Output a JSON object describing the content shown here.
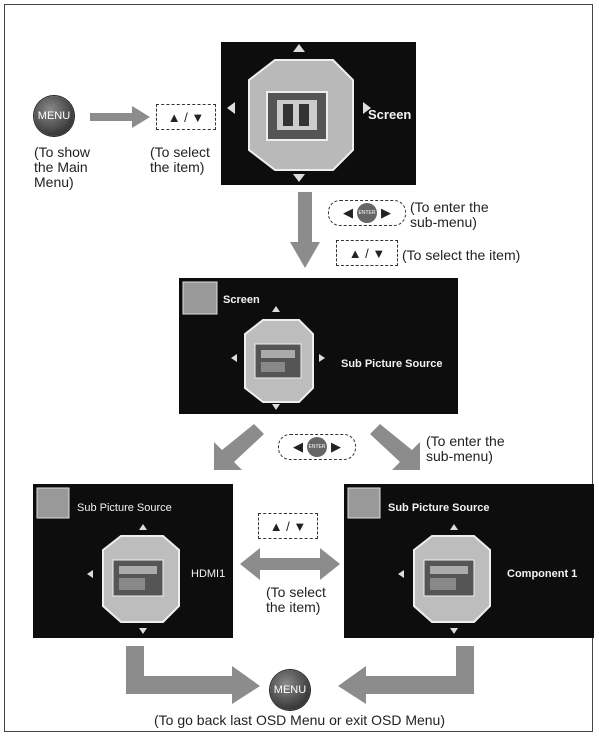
{
  "labels": {
    "show_main_menu": "(To show\nthe Main\nMenu)",
    "select_item_top": "(To select\nthe item)",
    "enter_submenu_1": "(To enter the\nsub-menu)",
    "select_item_mid": "(To select the item)",
    "enter_submenu_2": "(To enter the\nsub-menu)",
    "select_item_bottom": "(To select\nthe item)",
    "go_back": "(To go back last OSD Menu or exit OSD Menu)"
  },
  "buttons": {
    "menu": "MENU",
    "enter": "ENTER",
    "up_down_key": "▲ / ▼"
  },
  "screens": {
    "main": {
      "label": "Screen"
    },
    "sub": {
      "title": "Screen",
      "label": "Sub Picture Source"
    },
    "hdmi": {
      "title": "Sub Picture Source",
      "label": "HDMI1"
    },
    "component": {
      "title": "Sub Picture Source",
      "label": "Component 1"
    }
  },
  "colors": {
    "arrow": "#8c8c8c",
    "screen_bg": "#0d0d0d"
  }
}
